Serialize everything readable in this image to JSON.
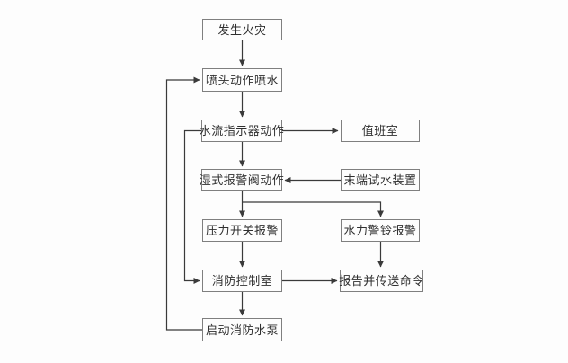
{
  "diagram": {
    "type": "flowchart",
    "nodes": {
      "start": {
        "label": "发生火灾"
      },
      "sprinkler": {
        "label": "喷头动作喷水"
      },
      "flow_indicator": {
        "label": "水流指示器动作"
      },
      "duty_room": {
        "label": "值班室"
      },
      "wet_valve": {
        "label": "湿式报警阀动作"
      },
      "end_test": {
        "label": "末端试水装置"
      },
      "pressure_switch": {
        "label": "压力开关报警"
      },
      "hydraulic_bell": {
        "label": "水力警铃报警"
      },
      "control_room": {
        "label": "消防控制室"
      },
      "report": {
        "label": "报告并传送命令"
      },
      "pump": {
        "label": "启动消防水泵"
      }
    },
    "edges": [
      {
        "from": "start",
        "to": "sprinkler"
      },
      {
        "from": "sprinkler",
        "to": "flow_indicator"
      },
      {
        "from": "flow_indicator",
        "to": "duty_room"
      },
      {
        "from": "flow_indicator",
        "to": "wet_valve"
      },
      {
        "from": "end_test",
        "to": "wet_valve"
      },
      {
        "from": "wet_valve",
        "to": "pressure_switch"
      },
      {
        "from": "wet_valve",
        "to": "hydraulic_bell"
      },
      {
        "from": "pressure_switch",
        "to": "control_room"
      },
      {
        "from": "hydraulic_bell",
        "to": "report"
      },
      {
        "from": "control_room",
        "to": "report"
      },
      {
        "from": "control_room",
        "to": "pump"
      },
      {
        "from": "pump",
        "to": "sprinkler"
      },
      {
        "from": "flow_indicator",
        "to": "control_room"
      }
    ],
    "colors": {
      "line": "#3a3a3a",
      "box_border": "#7f7f7f",
      "text": "#2f2f2f",
      "background": "#fdfdfd"
    }
  }
}
